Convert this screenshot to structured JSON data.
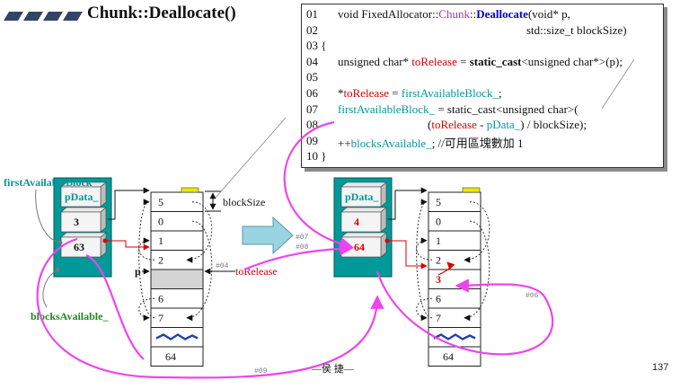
{
  "slide": {
    "title": "Chunk::Deallocate()",
    "page_number": "137",
    "author_mark": "—侯 捷—"
  },
  "code": {
    "lines": [
      {
        "no": "01",
        "parts": [
          [
            "plain",
            "void FixedAllocator::"
          ],
          [
            "cls",
            "Chunk"
          ],
          [
            "plain",
            "::"
          ],
          [
            "kw",
            "Deallocate"
          ],
          [
            "plain",
            "(void* p,"
          ]
        ]
      },
      {
        "no": "02",
        "indent": "right",
        "parts": [
          [
            "plain",
            "std::size_t blockSize)"
          ]
        ]
      },
      {
        "no": "03 {",
        "parts": []
      },
      {
        "no": "04",
        "parts": [
          [
            "plain",
            "unsigned char* "
          ],
          [
            "red",
            "toRelease"
          ],
          [
            "plain",
            " = "
          ],
          [
            "bold",
            "static_cast"
          ],
          [
            "plain",
            "<unsigned char*>(p);"
          ]
        ]
      },
      {
        "no": "05",
        "parts": []
      },
      {
        "no": "06",
        "parts": [
          [
            "plain",
            "*"
          ],
          [
            "red",
            "toRelease"
          ],
          [
            "plain",
            " = "
          ],
          [
            "teal",
            "firstAvailableBlock_"
          ],
          [
            "plain",
            ";"
          ]
        ]
      },
      {
        "no": "07",
        "parts": [
          [
            "teal",
            "firstAvailableBlock_"
          ],
          [
            "plain",
            " = static_cast<unsigned char>("
          ]
        ]
      },
      {
        "no": "08",
        "indent": "deep",
        "parts": [
          [
            "plain",
            "("
          ],
          [
            "red",
            "toRelease"
          ],
          [
            "plain",
            " - "
          ],
          [
            "teal",
            "pData_"
          ],
          [
            "plain",
            ") / blockSize);"
          ]
        ]
      },
      {
        "no": "09",
        "parts": [
          [
            "plain",
            "++"
          ],
          [
            "teal",
            "blocksAvailable_"
          ],
          [
            "plain",
            ";  //可用區塊數加 1"
          ]
        ]
      },
      {
        "no": "10 }",
        "parts": []
      }
    ]
  },
  "labels": {
    "first_available": "firstAvailableBlock_",
    "blocks_available": "blocksAvailable_",
    "block_size": "blockSize",
    "p": "p",
    "to_release": "toRelease",
    "step04": "#04",
    "step06": "#06",
    "step07": "#07",
    "step08": "#08",
    "step09": "#09"
  },
  "before": {
    "pdata": "pData_",
    "first_available_value": "3",
    "blocks_available_value": "63",
    "blocks": [
      "5",
      "0",
      "1",
      "2",
      "",
      "6",
      "7",
      "~",
      "64"
    ]
  },
  "after": {
    "pdata": "pData_",
    "first_available_value": "4",
    "blocks_available_value": "64",
    "blocks": [
      "5",
      "0",
      "1",
      "2",
      "3",
      "6",
      "7",
      "~",
      "64"
    ]
  },
  "colors": {
    "teal": "#009999",
    "red": "#dd0000",
    "magenta": "#ee44ee",
    "green": "#228822",
    "yellow": "#f2e600",
    "arrow_fill": "#99d4e0",
    "shade": "#d4d4d4"
  }
}
